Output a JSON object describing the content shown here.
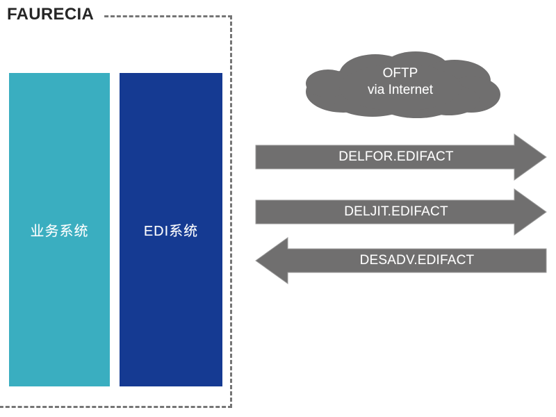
{
  "diagram": {
    "company": {
      "title": "FAURECIA",
      "boundary_name": "company-dashed-boundary"
    },
    "systems": [
      {
        "id": "business-system",
        "label": "业务系统",
        "color": "#3aaec0"
      },
      {
        "id": "edi-system",
        "label": "EDI系统",
        "color": "#153a92"
      }
    ],
    "network": {
      "id": "oftp-cloud",
      "line1": "OFTP",
      "line2": "via Internet",
      "color": "#706f6f"
    },
    "messages": [
      {
        "id": "delfor",
        "label": "DELFOR.EDIFACT",
        "direction": "right",
        "color": "#706f6f"
      },
      {
        "id": "deljit",
        "label": "DELJIT.EDIFACT",
        "direction": "right",
        "color": "#706f6f"
      },
      {
        "id": "desadv",
        "label": "DESADV.EDIFACT",
        "direction": "left",
        "color": "#706f6f"
      }
    ]
  }
}
